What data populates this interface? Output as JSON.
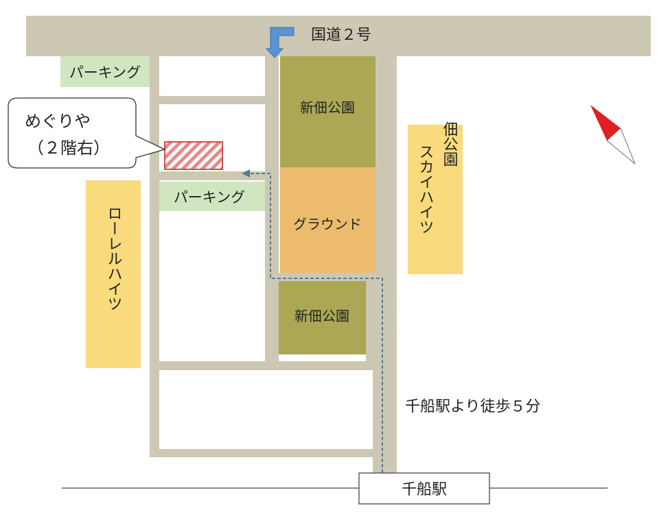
{
  "colors": {
    "road": "#cdc8b3",
    "park": "#aba755",
    "ground": "#ecbb6e",
    "parking": "#d0e6c1",
    "apartment": "#f9da7c",
    "route": "#5a7896",
    "arrow": "#5b93d3",
    "target": "#d24b4b",
    "compass_north": "#e02020"
  },
  "labels": {
    "highway": "国道２号",
    "parking_top": "パーキング",
    "parking_middle": "パーキング",
    "park_top": "新佃公園",
    "ground": "グラウンド",
    "park_bottom": "新佃公園",
    "skyheights": [
      "佃公園",
      "スカイハイツ"
    ],
    "laurel": "ローレルハイツ",
    "callout_line1": "めぐりや",
    "callout_line2": "（２階右）",
    "walk_note": "千船駅より徒歩５分",
    "station": "千船駅"
  },
  "icons": {
    "entry_arrow": "turn-down-arrow-icon",
    "compass": "north-compass-icon",
    "route": "dashed-route-arrow"
  }
}
